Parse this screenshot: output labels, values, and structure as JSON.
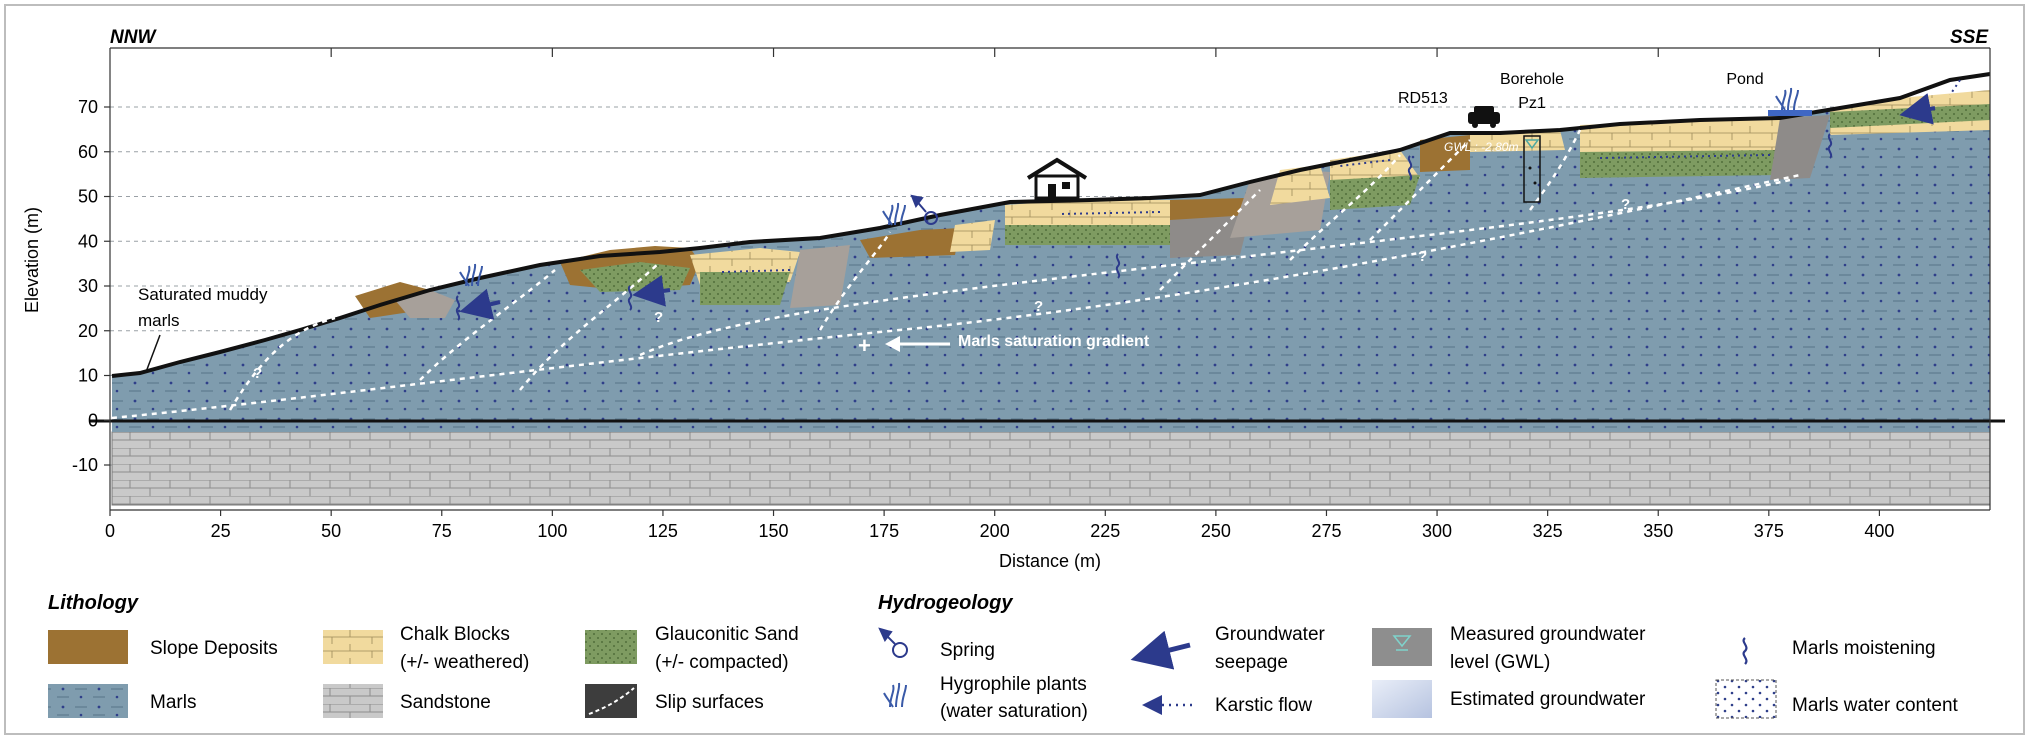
{
  "orientation": {
    "left": "NNW",
    "right": "SSE"
  },
  "axes": {
    "y_label": "Elevation (m)",
    "x_label": "Distance (m)",
    "y_ticks": [
      "70",
      "60",
      "50",
      "40",
      "30",
      "20",
      "10",
      "0",
      "-10"
    ],
    "x_ticks": [
      "0",
      "25",
      "50",
      "75",
      "100",
      "125",
      "150",
      "175",
      "200",
      "225",
      "250",
      "275",
      "300",
      "325",
      "350",
      "375",
      "400"
    ]
  },
  "annotations": {
    "saturated_marls_line1": "Saturated muddy",
    "saturated_marls_line2": "marls",
    "rd513": "RD513",
    "borehole_line1": "Borehole",
    "borehole_line2": "Pz1",
    "pond": "Pond",
    "gwl": "GWL : -2.80m",
    "marls_gradient": "Marls saturation gradient",
    "question": "?"
  },
  "legend": {
    "lithology_title": "Lithology",
    "hydrogeology_title": "Hydrogeology",
    "slope_deposits": "Slope Deposits",
    "marls": "Marls",
    "chalk_line1": "Chalk Blocks",
    "chalk_line2": "(+/- weathered)",
    "sandstone": "Sandstone",
    "glauconitic_line1": "Glauconitic Sand",
    "glauconitic_line2": "(+/- compacted)",
    "slip_surfaces": "Slip surfaces",
    "spring": "Spring",
    "hygrophile_line1": "Hygrophile plants",
    "hygrophile_line2": "(water saturation)",
    "seepage_line1": "Groundwater",
    "seepage_line2": "seepage",
    "karstic_flow": "Karstic flow",
    "gwl_line1": "Measured groundwater",
    "gwl_line2": "level (GWL)",
    "estimated_gw": "Estimated groundwater",
    "moistening": "Marls moistening",
    "water_content": "Marls water content"
  },
  "colors": {
    "marls": "#7d9bac",
    "sandstone": "#c8c8c8",
    "slope_deposits": "#9c7233",
    "chalk": "#f0d89b",
    "glauconitic": "#7c9a60",
    "accent_blue": "#2c3a8c"
  }
}
